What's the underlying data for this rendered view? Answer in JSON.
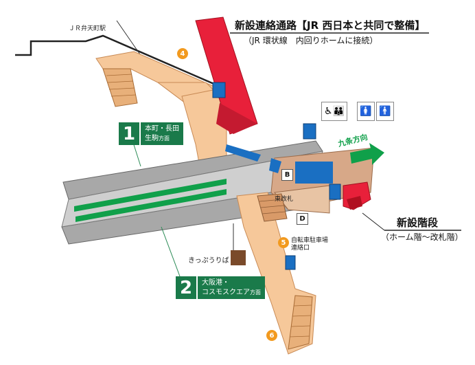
{
  "station_name": "ＪＲ弁天町駅",
  "new_passage": {
    "title": "新設連絡通路【JR 西日本と共同で整備】",
    "subtitle": "（JR 環状線　内回りホームに接続）"
  },
  "new_stairs": {
    "title": "新設階段",
    "subtitle": "（ホーム階～改札階）"
  },
  "direction_label": "九条方向",
  "ticket_gate_label": "東改札",
  "ticket_office_label": "きっぷうりば",
  "bike_parking_label": "自転車駐車場\n連絡口",
  "platforms": [
    {
      "number": "1",
      "dest_line1": "本町・長田",
      "dest_line2": "生駒",
      "suffix": "方面"
    },
    {
      "number": "2",
      "dest_line1": "大阪港・",
      "dest_line2": "コスモスクエア",
      "suffix": "方面"
    }
  ],
  "exits": [
    "4",
    "5",
    "6"
  ],
  "gate_letters": [
    "B",
    "D"
  ],
  "legend_icons": [
    "wheelchair-icon",
    "family-toilet-icon",
    "womens-toilet-icon",
    "mens-toilet-icon"
  ],
  "colors": {
    "new_passage": "#e8203a",
    "walkway": "#f6c89a",
    "platform": "#9a9a9a",
    "track_green": "#10a04a",
    "elevator_blue": "#1a6fc2",
    "exit_orange": "#f29a1f",
    "platbox_green": "#1a7a4a"
  }
}
